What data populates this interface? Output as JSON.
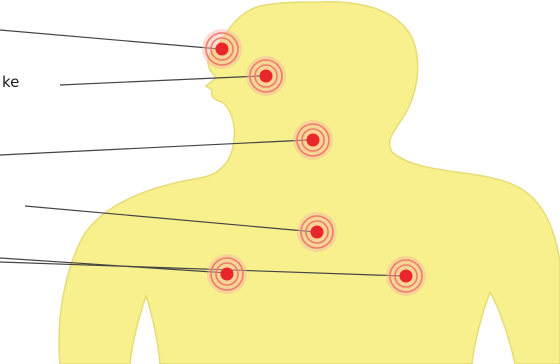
{
  "diagram": {
    "partial_labels": [
      {
        "text": "ke"
      }
    ]
  },
  "colors": {
    "body_fill": "#f8f08c",
    "body_stroke": "#e6dc78",
    "marker_core": "#e8262b",
    "marker_ring": "#f07a6a",
    "marker_glow": "#f6b4a4",
    "leader_line": "#444444",
    "label_bg": "#ffffff"
  },
  "markers": [
    {
      "id": "temple"
    },
    {
      "id": "jaw"
    },
    {
      "id": "neck"
    },
    {
      "id": "chest"
    },
    {
      "id": "left-shoulder"
    },
    {
      "id": "right-shoulder"
    }
  ]
}
